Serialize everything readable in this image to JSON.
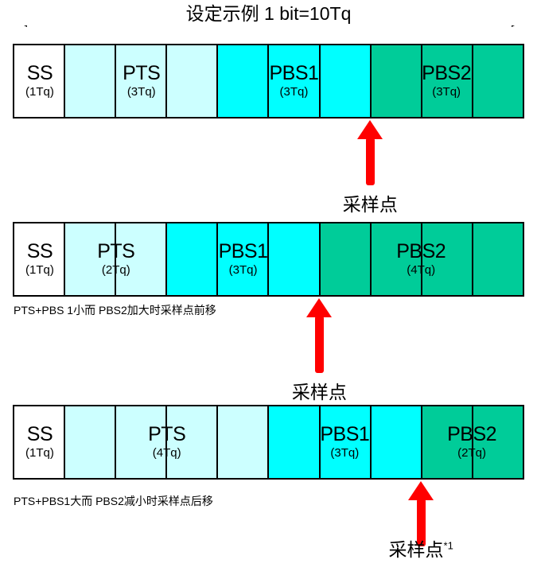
{
  "header": {
    "title": "设定示例 1 bit=10Tq",
    "left_arrow_icon": "arrow-left-icon",
    "right_arrow_icon": "arrow-right-icon"
  },
  "rows": [
    {
      "id": "row-1",
      "total_tq": 10,
      "segments": [
        {
          "name": "SS",
          "tq_label": "(1Tq)",
          "tq": 1,
          "color": "#ffffff",
          "color_class": "white"
        },
        {
          "name": "PTS",
          "tq_label": "(3Tq)",
          "tq": 3,
          "color": "#ccffff",
          "color_class": "lcyan"
        },
        {
          "name": "PBS1",
          "tq_label": "(3Tq)",
          "tq": 3,
          "color": "#00ffff",
          "color_class": "cyan"
        },
        {
          "name": "PBS2",
          "tq_label": "(3Tq)",
          "tq": 3,
          "color": "#00cc99",
          "color_class": "green"
        }
      ],
      "sample_point_tq": 7,
      "sample_point_label": "采样点",
      "sample_point_sup": "",
      "note": ""
    },
    {
      "id": "row-2",
      "total_tq": 10,
      "segments": [
        {
          "name": "SS",
          "tq_label": "(1Tq)",
          "tq": 1,
          "color": "#ffffff",
          "color_class": "white"
        },
        {
          "name": "PTS",
          "tq_label": "(2Tq)",
          "tq": 2,
          "color": "#ccffff",
          "color_class": "lcyan"
        },
        {
          "name": "PBS1",
          "tq_label": "(3Tq)",
          "tq": 3,
          "color": "#00ffff",
          "color_class": "cyan"
        },
        {
          "name": "PBS2",
          "tq_label": "(4Tq)",
          "tq": 4,
          "color": "#00cc99",
          "color_class": "green"
        }
      ],
      "sample_point_tq": 6,
      "sample_point_label": "采样点",
      "sample_point_sup": "",
      "note": "PTS+PBS 1小而 PBS2加大时采样点前移"
    },
    {
      "id": "row-3",
      "total_tq": 10,
      "segments": [
        {
          "name": "SS",
          "tq_label": "(1Tq)",
          "tq": 1,
          "color": "#ffffff",
          "color_class": "white"
        },
        {
          "name": "PTS",
          "tq_label": "(4Tq)",
          "tq": 4,
          "color": "#ccffff",
          "color_class": "lcyan"
        },
        {
          "name": "PBS1",
          "tq_label": "(3Tq)",
          "tq": 3,
          "color": "#00ffff",
          "color_class": "cyan"
        },
        {
          "name": "PBS2",
          "tq_label": "(2Tq)",
          "tq": 2,
          "color": "#00cc99",
          "color_class": "green"
        }
      ],
      "sample_point_tq": 8,
      "sample_point_label": "采样点",
      "sample_point_sup": "*1",
      "note": "PTS+PBS1大而 PBS2减小时采样点后移"
    }
  ],
  "colors": {
    "sync_segment": "#ffffff",
    "prop_segment": "#ccffff",
    "phase_seg1": "#00ffff",
    "phase_seg2": "#00cc99",
    "sample_arrow": "#ff0000",
    "border": "#000000"
  }
}
